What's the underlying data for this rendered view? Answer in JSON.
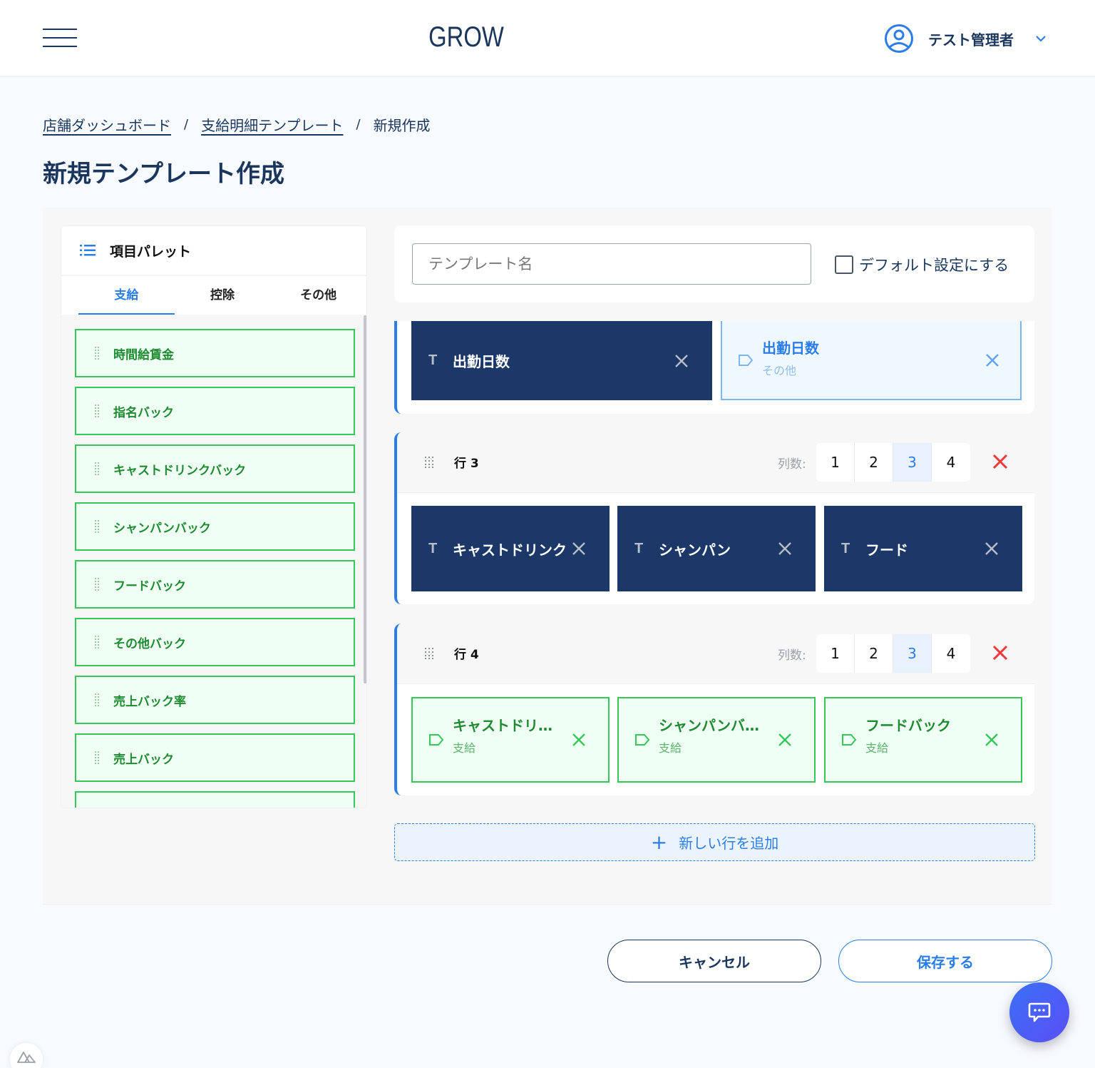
{
  "header": {
    "logo": "GROW",
    "user_name": "テスト管理者"
  },
  "breadcrumb": {
    "items": [
      "店舗ダッシュボード",
      "支給明細テンプレート"
    ],
    "current": "新規作成",
    "separator": "/"
  },
  "page_title": "新規テンプレート作成",
  "palette": {
    "title": "項目パレット",
    "tabs": [
      {
        "label": "支給",
        "active": true
      },
      {
        "label": "控除",
        "active": false
      },
      {
        "label": "その他",
        "active": false
      }
    ],
    "items": [
      "時間給賃金",
      "指名バック",
      "キャストドリンクバック",
      "シャンパンバック",
      "フードバック",
      "その他バック",
      "売上バック率",
      "売上バック",
      ""
    ]
  },
  "editor": {
    "template_name_placeholder": "テンプレート名",
    "template_name_value": "",
    "default_checkbox_label": "デフォルト設定にする",
    "default_checked": false,
    "column_label": "列数:",
    "column_options": [
      "1",
      "2",
      "3",
      "4"
    ],
    "rows": [
      {
        "title": "",
        "cells": [
          {
            "type": "text",
            "label": "出勤日数"
          },
          {
            "type": "item",
            "label": "出勤日数",
            "category": "その他"
          }
        ]
      },
      {
        "title": "行 3",
        "columns": "3",
        "cells": [
          {
            "type": "text",
            "label": "キャストドリンク"
          },
          {
            "type": "text",
            "label": "シャンパン"
          },
          {
            "type": "text",
            "label": "フード"
          }
        ]
      },
      {
        "title": "行 4",
        "columns": "3",
        "cells": [
          {
            "type": "item",
            "label": "キャストドリンクバック",
            "display": "キャストドリン...",
            "category": "支給"
          },
          {
            "type": "item",
            "label": "シャンパンバック",
            "display": "シャンパンバッ...",
            "category": "支給"
          },
          {
            "type": "item",
            "label": "フードバック",
            "display": "フードバック",
            "category": "支給"
          }
        ]
      }
    ],
    "add_row_label": "新しい行を追加"
  },
  "footer": {
    "cancel_label": "キャンセル",
    "save_label": "保存する"
  },
  "icons": {
    "text_type": "T",
    "colors": {
      "navy": "#1b365d",
      "accent": "#2b7de9",
      "green": "#1e8a32",
      "green_border": "#35c759",
      "danger": "#f03a3a",
      "dark_cell": "#1b3868"
    }
  }
}
